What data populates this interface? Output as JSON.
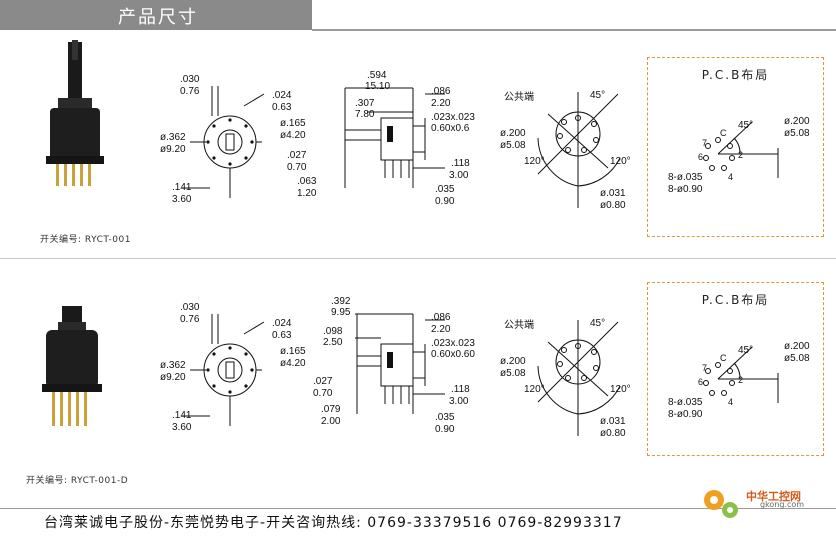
{
  "header": {
    "title": "产品尺寸"
  },
  "products": [
    {
      "caption": "开关编号: RYCT-001",
      "front": {
        "h_dia_in": ".030",
        "h_dia_mm": "0.76",
        "top_in": ".024",
        "top_mm": "0.63",
        "inner_in": "ø.165",
        "inner_mm": "ø4.20",
        "outer_in": "ø.362",
        "outer_mm": "ø9.20",
        "bottom_in": ".141",
        "bottom_mm": "3.60"
      },
      "side": {
        "len_in": ".594",
        "len_mm": "15.10",
        "shaft_in": ".307",
        "shaft_mm": "7.80",
        "term_in": ".086",
        "term_mm": "2.20",
        "pin_in": ".023x.023",
        "pin_mm": "0.60x0.6",
        "flat_in": ".027",
        "flat_mm": "0.70",
        "base_in": ".063",
        "base_mm": "1.20",
        "pinlen_in": ".118",
        "pinlen_mm": "3.00",
        "gap_in": ".035",
        "gap_mm": "0.90"
      },
      "pattern": {
        "common": "公共端",
        "angle": "45°",
        "pcd_in": "ø.200",
        "pcd_mm": "ø5.08",
        "a1": "120°",
        "a2": "120°",
        "hole_in": "ø.031",
        "hole_mm": "ø0.80"
      },
      "pcb": {
        "title": "P.C.B布局",
        "angle": "45°",
        "pcd_in": "ø.200",
        "pcd_mm": "ø5.08",
        "holes_in": "8-ø.035",
        "holes_mm": "8-ø0.90",
        "c": "C",
        "n2": "2",
        "n4": "4",
        "n6": "6",
        "n7": "7"
      }
    },
    {
      "caption": "开关编号: RYCT-001-D",
      "front": {
        "h_dia_in": ".030",
        "h_dia_mm": "0.76",
        "top_in": ".024",
        "top_mm": "0.63",
        "inner_in": "ø.165",
        "inner_mm": "ø4.20",
        "outer_in": "ø.362",
        "outer_mm": "ø9.20",
        "bottom_in": ".141",
        "bottom_mm": "3.60"
      },
      "side": {
        "len_in": ".392",
        "len_mm": "9.95",
        "shaft_in": ".098",
        "shaft_mm": "2.50",
        "term_in": ".086",
        "term_mm": "2.20",
        "pin_in": ".023x.023",
        "pin_mm": "0.60x0.60",
        "flat_in": ".027",
        "flat_mm": "0.70",
        "base_in": ".079",
        "base_mm": "2.00",
        "pinlen_in": ".118",
        "pinlen_mm": "3.00",
        "gap_in": ".035",
        "gap_mm": "0.90"
      },
      "pattern": {
        "common": "公共端",
        "angle": "45°",
        "pcd_in": "ø.200",
        "pcd_mm": "ø5.08",
        "a1": "120°",
        "a2": "120°",
        "hole_in": "ø.031",
        "hole_mm": "ø0.80"
      },
      "pcb": {
        "title": "P.C.B布局",
        "angle": "45°",
        "pcd_in": "ø.200",
        "pcd_mm": "ø5.08",
        "holes_in": "8-ø.035",
        "holes_mm": "8-ø0.90",
        "c": "C",
        "n2": "2",
        "n4": "4",
        "n6": "6",
        "n7": "7"
      }
    }
  ],
  "footer": {
    "text": "台湾莱诚电子股份-东莞悦势电子-开关咨询热线: 0769-33379516 0769-82993317"
  },
  "watermark": {
    "brand": "中华工控网",
    "site": "gkong.com"
  }
}
